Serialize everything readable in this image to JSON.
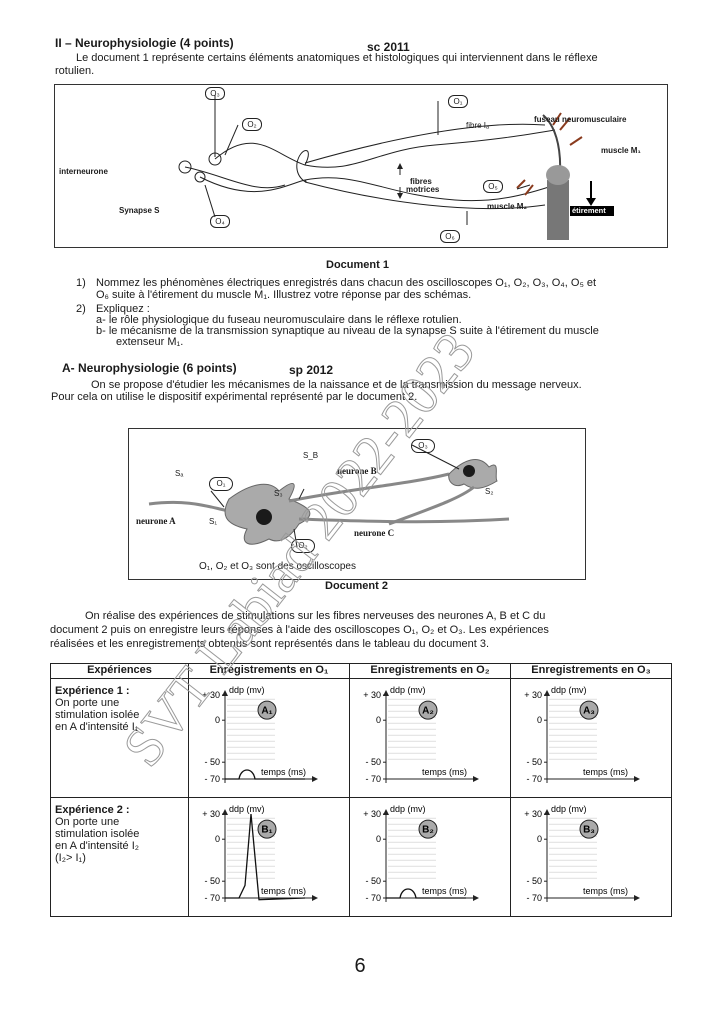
{
  "section2": {
    "title": "II – Neurophysiologie  (4 points)",
    "session": "sc 2011",
    "intro_line1": "Le document 1 représente certains éléments anatomiques et histologiques qui interviennent dans le réflexe",
    "intro_line2": "rotulien."
  },
  "doc1": {
    "caption": "Document 1",
    "labels": {
      "o1": "O₁",
      "o2": "O₂",
      "o3": "O₃",
      "o4": "O₄",
      "o5": "O₅",
      "o6": "O₆",
      "interneurone": "interneurone",
      "synapse": "Synapse S",
      "fibre_ia": "fibre Iₐ",
      "fibres_motrices_1": "fibres",
      "fibres_motrices_2": "motrices",
      "fuseau": "fuseau neuromusculaire",
      "muscle_m1": "muscle M₁",
      "muscle_m2": "muscle M₂",
      "etirement": "étirement"
    }
  },
  "questions": {
    "q1_num": "1)",
    "q1_line1": "Nommez les phénomènes électriques  enregistrés dans chacun des oscilloscopes O₁, O₂, O₃, O₄, O₅ et",
    "q1_line2": "O₆ suite à l'étirement du muscle M₁. Illustrez votre réponse par des schémas.",
    "q2_num": "2)",
    "q2_text": "Expliquez :",
    "q2a": "a-  le rôle physiologique du fuseau neuromusculaire dans le réflexe rotulien.",
    "q2b_line1": "b-  le mécanisme de la transmission synaptique au niveau de la synapse S suite à l'étirement du muscle",
    "q2b_line2": "extenseur M₁."
  },
  "sectionA": {
    "title": "A- Neurophysiologie  (6 points)",
    "session": "sp 2012",
    "intro_line1": "On se propose d'étudier les mécanismes de la naissance et de la transmission du message nerveux.",
    "intro_line2": "Pour cela on utilise le dispositif expérimental représenté par le document 2."
  },
  "doc2": {
    "caption": "Document 2",
    "labels": {
      "sa": "Sₐ",
      "sb": "S_B",
      "o1": "O₁",
      "o2": "O₂",
      "o3": "O₃",
      "s1": "S₁",
      "s2": "S₂",
      "s3": "S₃",
      "neurone_a": "neurone A",
      "neurone_b": "neurone B",
      "neurone_c": "neurone C",
      "footnote": "O₁, O₂ et O₃ sont des oscilloscopes"
    }
  },
  "para": {
    "line1": "On réalise des expériences de stimulations sur les fibres nerveuses des neurones A, B et C du",
    "line2": "document 2 puis on enregistre leurs réponses à l'aide des oscilloscopes O₁, O₂ et O₃. Les expériences",
    "line3": "réalisées et les enregistrements obtenus  sont représentés dans le tableau du document 3."
  },
  "table": {
    "headers": [
      "Expériences",
      "Enregistrements en O₁",
      "Enregistrements en O₂",
      "Enregistrements en O₃"
    ],
    "rows": [
      {
        "exp_title": "Expérience 1 :",
        "exp_lines": [
          "On porte une",
          "stimulation isolée",
          "en A d'intensité I₁"
        ],
        "cells": [
          {
            "id": "A₁",
            "shape": "small-bump"
          },
          {
            "id": "A₂",
            "shape": "flat"
          },
          {
            "id": "A₃",
            "shape": "flat"
          }
        ]
      },
      {
        "exp_title": "Expérience 2 :",
        "exp_lines": [
          "On porte une",
          "stimulation isolée",
          "en A d'intensité I₂",
          "(I₂> I₁)"
        ],
        "cells": [
          {
            "id": "B₁",
            "shape": "action-potential"
          },
          {
            "id": "B₂",
            "shape": "small-bump"
          },
          {
            "id": "B₃",
            "shape": "flat"
          }
        ]
      }
    ],
    "graph": {
      "ylabel": "ddp (mv)",
      "xlabel": "temps (ms)",
      "ticks": [
        "+ 30",
        "0",
        "- 50",
        "- 70"
      ]
    }
  },
  "watermark": "SVT Labiad 2022-2023",
  "page_number": "6"
}
